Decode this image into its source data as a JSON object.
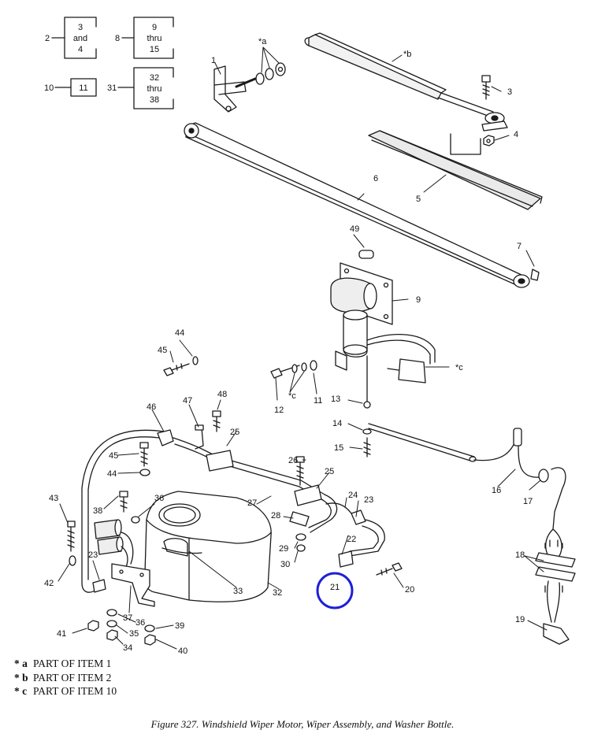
{
  "key_boxes": [
    {
      "ref": "2",
      "lines": [
        "3",
        "and",
        "4"
      ]
    },
    {
      "ref": "8",
      "lines": [
        "9",
        "thru",
        "15"
      ]
    },
    {
      "ref": "10",
      "lines": [
        "11"
      ]
    },
    {
      "ref": "31",
      "lines": [
        "32",
        "thru",
        "38"
      ]
    }
  ],
  "callouts": [
    "*a",
    "*b",
    "1",
    "3",
    "4",
    "5",
    "6",
    "7",
    "49",
    "9",
    "44",
    "45",
    "*c",
    "12",
    "*c",
    "11",
    "13",
    "14",
    "15",
    "16",
    "17",
    "18",
    "19",
    "20",
    "21",
    "22",
    "23",
    "24",
    "25",
    "25",
    "26",
    "27",
    "28",
    "29",
    "30",
    "33",
    "32",
    "46",
    "47",
    "48",
    "45",
    "44",
    "43",
    "38",
    "36",
    "42",
    "23",
    "37",
    "41",
    "36",
    "35",
    "34",
    "39",
    "40"
  ],
  "highlighted_callout": "21",
  "highlight_color": "#1f1fd6",
  "legend": [
    {
      "mark": "* a",
      "text": "PART OF ITEM 1"
    },
    {
      "mark": "* b",
      "text": "PART OF ITEM 2"
    },
    {
      "mark": "* c",
      "text": "PART OF ITEM 10"
    }
  ],
  "caption": "Figure 327.  Windshield Wiper Motor, Wiper Assembly, and Washer Bottle."
}
